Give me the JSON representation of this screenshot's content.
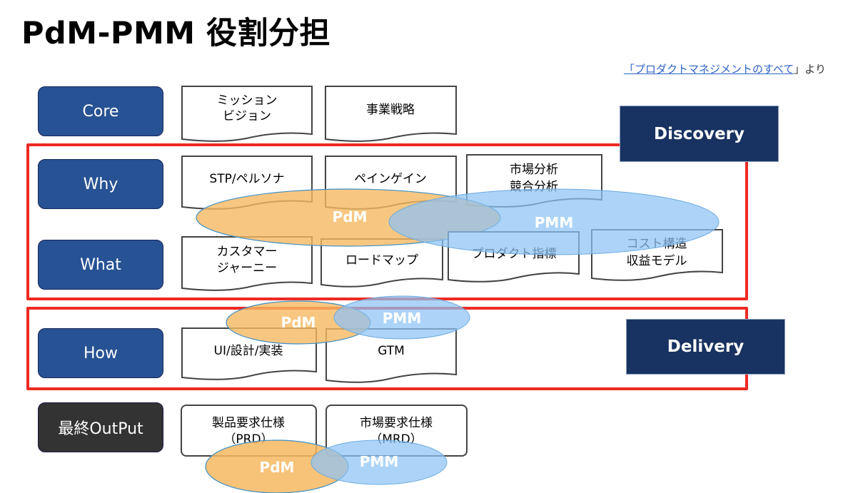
{
  "title": "PdM-PMM 役割分担",
  "source": {
    "link_text": "「プロダクトマネジメントのすべて",
    "suffix": "」より"
  },
  "rows": [
    {
      "id": "core",
      "label": "Core"
    },
    {
      "id": "why",
      "label": "Why"
    },
    {
      "id": "what",
      "label": "What"
    },
    {
      "id": "how",
      "label": "How"
    },
    {
      "id": "output",
      "label": "最終OutPut"
    }
  ],
  "phases": {
    "discovery": "Discovery",
    "delivery": "Delivery"
  },
  "documents": {
    "mission_vision": [
      "ミッション",
      "ビジョン"
    ],
    "business_strategy": [
      "事業戦略"
    ],
    "stp_persona": [
      "STP/ペルソナ"
    ],
    "pain_gain": [
      "ペインゲイン"
    ],
    "market_competitor": [
      "市場分析",
      "競合分析"
    ],
    "customer_journey": [
      "カスタマー",
      "ジャーニー"
    ],
    "roadmap": [
      "ロードマップ"
    ],
    "product_metrics": [
      "プロダクト指標"
    ],
    "cost_revenue": [
      "コスト構造",
      "収益モデル"
    ],
    "ui_design_impl": [
      "UI/設計/実装"
    ],
    "gtm": [
      "GTM"
    ],
    "prd": [
      "製品要求仕様",
      "（PRD）"
    ],
    "mrd": [
      "市場要求仕様",
      "（MRD）"
    ]
  },
  "roles": {
    "pdm": "PdM",
    "pmm": "PMM"
  },
  "colors": {
    "row_label": "#275293",
    "output_label": "#333333",
    "phase_label": "#183261",
    "phase_border": "#ee2a23",
    "pdm_fill": "#f5b961",
    "pmm_fill": "#8ec3f5",
    "link": "#2e63c4"
  }
}
